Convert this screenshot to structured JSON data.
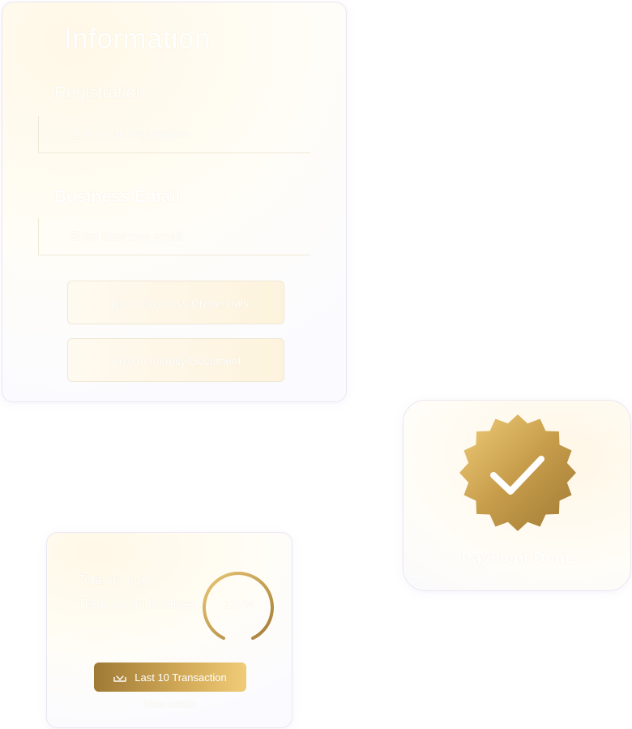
{
  "form": {
    "title": "Information",
    "field1_label": "Registration",
    "field1_placeholder": "Enter your registration",
    "field2_label": "Business Email",
    "field2_placeholder": "Enter business email",
    "upload_business_label": "Upload Business Credentials",
    "upload_identity_label": "Upload Identity Document"
  },
  "verified": {
    "text": "Payment Done",
    "badge_color": "#c9a14d"
  },
  "transaction": {
    "line1": "Total amount",
    "line2": "Transaction balance",
    "ring_value": "100%",
    "button_label": "Last 10 Transaction",
    "footer_text": "View details",
    "accent": "#b78f43"
  }
}
